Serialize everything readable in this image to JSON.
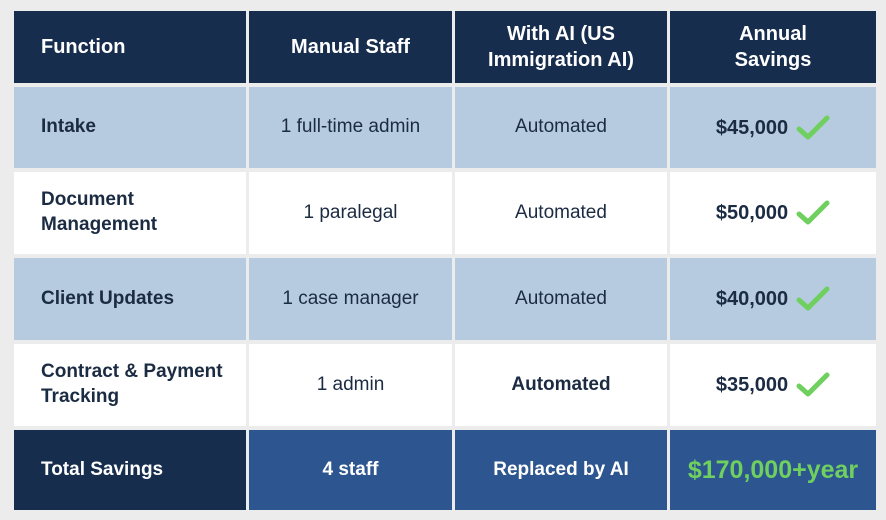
{
  "headers": [
    "Function",
    "Manual Staff",
    "With AI (US Immigration AI)",
    "Annual Savings"
  ],
  "rows": [
    {
      "function": "Intake",
      "manual": "1 full-time admin",
      "ai": "Automated",
      "savings": "$45,000"
    },
    {
      "function": "Document Management",
      "manual": "1 paralegal",
      "ai": "Automated",
      "savings": "$50,000"
    },
    {
      "function": "Client Updates",
      "manual": "1 case manager",
      "ai": "Automated",
      "savings": "$40,000"
    },
    {
      "function": "Contract & Payment Tracking",
      "manual": "1 admin",
      "ai": "Automated",
      "savings": "$35,000"
    }
  ],
  "total": {
    "function": "Total Savings",
    "manual": "4 staff",
    "ai": "Replaced by AI",
    "savings": "$170,000+year"
  },
  "colors": {
    "header": "#172d4e",
    "row_blue": "#b6cbe0",
    "total": "#2d5690",
    "check": "#6fcf5f"
  }
}
